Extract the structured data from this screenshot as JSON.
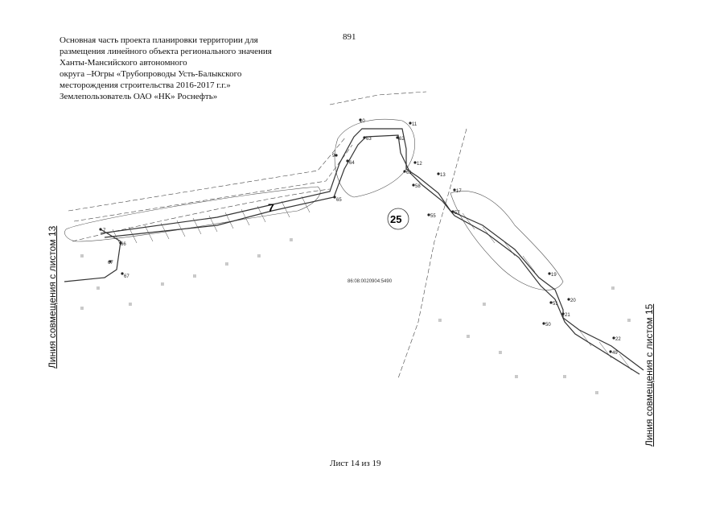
{
  "page_number": "891",
  "header_lines": [
    "Основная часть проекта планировки территории для",
    "размещения линейного объекта регионального значения",
    "Ханты-Мансийского автономного",
    "округа –Югры «Трубопроводы Усть-Балыкского",
    "месторождения строительства 2016-2017 г.г.»",
    "Землепользователь ОАО «НК» Роснефть»"
  ],
  "left_side_label": "Линия совмещения с листом 13",
  "right_side_label": "Линия совмещения с листом 15",
  "footer": "Лист 14 из 19",
  "map": {
    "big_labels": {
      "sheet_mark": "7",
      "circle_label": "25"
    },
    "cadastral_number": "86:08:0020904:5490",
    "point_labels": [
      "7",
      "66",
      "67",
      "67",
      "10",
      "11",
      "63",
      "62",
      "64",
      "9",
      "65",
      "12",
      "61",
      "13",
      "58",
      "17",
      "55",
      "57",
      "19",
      "20",
      "51",
      "21",
      "50",
      "22",
      "49"
    ]
  },
  "colors": {
    "line": "#333333",
    "text": "#111111"
  }
}
